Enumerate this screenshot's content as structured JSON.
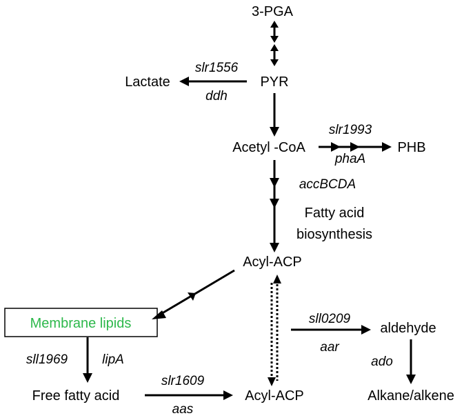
{
  "nodes": {
    "pga": "3-PGA",
    "pyr": "PYR",
    "lactate": "Lactate",
    "acetyl_coa": "Acetyl -CoA",
    "phb": "PHB",
    "fatty_acid_line1": "Fatty acid",
    "fatty_acid_line2": "biosynthesis",
    "acyl_acp_top": "Acyl-ACP",
    "membrane_lipids": "Membrane lipids",
    "free_fatty_acid": "Free fatty acid",
    "acyl_acp_bottom": "Acyl-ACP",
    "aldehyde": "aldehyde",
    "alkane": "Alkane/alkene"
  },
  "genes": {
    "slr1556": "slr1556",
    "ddh": "ddh",
    "slr1993": "slr1993",
    "phaA": "phaA",
    "accBCDA": "accBCDA",
    "sll1969": "sll1969",
    "lipA": "lipA",
    "slr1609": "slr1609",
    "aas": "aas",
    "sll0209": "sll0209",
    "aar": "aar",
    "ado": "ado"
  },
  "colors": {
    "membrane_lipids_text": "#2db84b",
    "arrow": "#000000"
  }
}
